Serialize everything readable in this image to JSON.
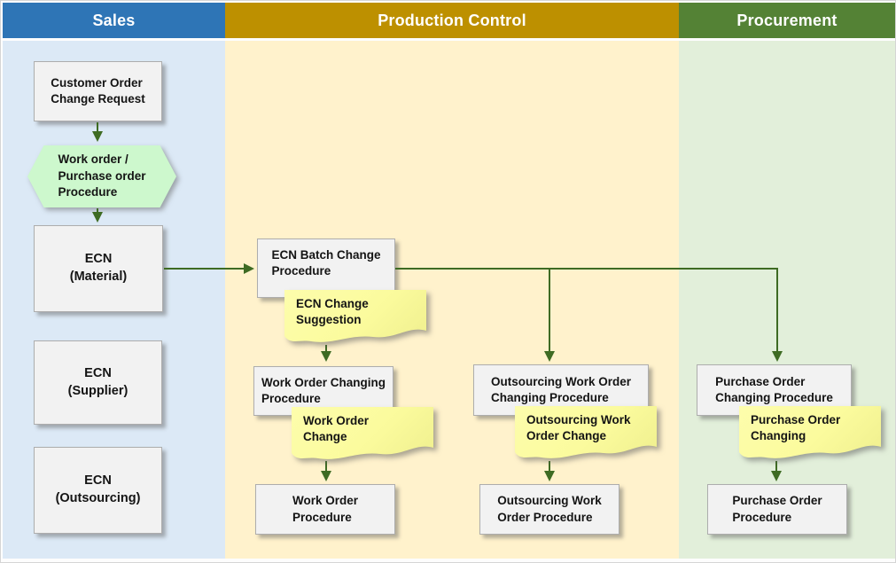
{
  "colors": {
    "sales-header": "#2E75B6",
    "production-header": "#BD9000",
    "procurement-header": "#548235",
    "sales-lane": "#DCE9F6",
    "production-lane": "#FFF2CC",
    "procurement-lane": "#E2EFDA",
    "box-fill": "#F2F2F2",
    "note-fill": "#FBFB9D",
    "hex-fill": "#CDF8CD",
    "arrow": "#3E6B23",
    "header-text": "#FFFFFF",
    "node-text": "#141414"
  },
  "lanes": [
    {
      "id": "sales",
      "title": "Sales"
    },
    {
      "id": "production-control",
      "title": "Production Control"
    },
    {
      "id": "procurement",
      "title": "Procurement"
    }
  ],
  "nodes": {
    "customer_order_change_request": {
      "label": "Customer Order\nChange Request",
      "type": "process",
      "lane": "sales"
    },
    "work_order_purchase_order_procedure": {
      "label": "Work order /\nPurchase order\nProcedure",
      "type": "preparation",
      "lane": "sales"
    },
    "ecn_material": {
      "label": "ECN\n(Material)",
      "type": "process",
      "lane": "sales"
    },
    "ecn_supplier": {
      "label": "ECN\n(Supplier)",
      "type": "process",
      "lane": "sales"
    },
    "ecn_outsourcing": {
      "label": "ECN\n(Outsourcing)",
      "type": "process",
      "lane": "sales"
    },
    "ecn_batch_change_procedure": {
      "label": "ECN Batch Change\nProcedure",
      "type": "process",
      "lane": "production-control"
    },
    "ecn_change_suggestion": {
      "label": "ECN Change\nSuggestion",
      "type": "document-note",
      "lane": "production-control"
    },
    "work_order_changing_procedure": {
      "label": "Work Order Changing\nProcedure",
      "type": "process",
      "lane": "production-control"
    },
    "work_order_change": {
      "label": "Work Order\nChange",
      "type": "document-note",
      "lane": "production-control"
    },
    "work_order_procedure": {
      "label": "Work Order\nProcedure",
      "type": "process",
      "lane": "production-control"
    },
    "outsourcing_work_order_changing_procedure": {
      "label": "Outsourcing Work Order\nChanging Procedure",
      "type": "process",
      "lane": "production-control"
    },
    "outsourcing_work_order_change": {
      "label": "Outsourcing Work\nOrder Change",
      "type": "document-note",
      "lane": "production-control"
    },
    "outsourcing_work_order_procedure": {
      "label": "Outsourcing Work\nOrder Procedure",
      "type": "process",
      "lane": "production-control"
    },
    "purchase_order_changing_procedure": {
      "label": "Purchase Order\nChanging Procedure",
      "type": "process",
      "lane": "procurement"
    },
    "purchase_order_changing": {
      "label": "Purchase Order\nChanging",
      "type": "document-note",
      "lane": "procurement"
    },
    "purchase_order_procedure": {
      "label": "Purchase Order\nProcedure",
      "type": "process",
      "lane": "procurement"
    }
  },
  "edges": [
    {
      "from": "customer_order_change_request",
      "to": "work_order_purchase_order_procedure"
    },
    {
      "from": "work_order_purchase_order_procedure",
      "to": "ecn_material"
    },
    {
      "from": "ecn_material",
      "to": "ecn_batch_change_procedure"
    },
    {
      "from": "ecn_batch_change_procedure",
      "to": "outsourcing_work_order_changing_procedure"
    },
    {
      "from": "ecn_batch_change_procedure",
      "to": "purchase_order_changing_procedure"
    },
    {
      "from": "ecn_change_suggestion",
      "to": "work_order_changing_procedure"
    },
    {
      "from": "work_order_change",
      "to": "work_order_procedure"
    },
    {
      "from": "outsourcing_work_order_change",
      "to": "outsourcing_work_order_procedure"
    },
    {
      "from": "purchase_order_changing",
      "to": "purchase_order_procedure"
    }
  ]
}
